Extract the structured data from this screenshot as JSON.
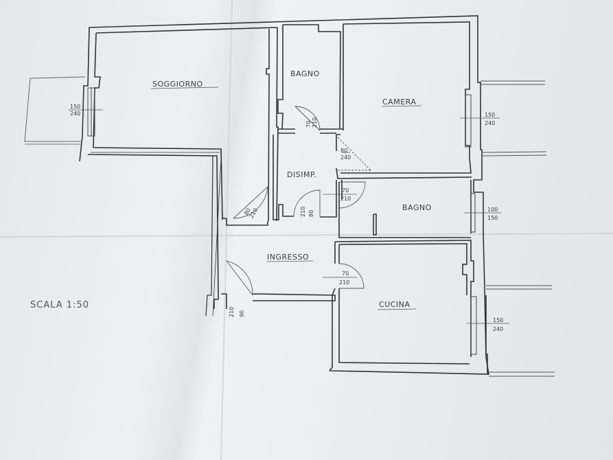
{
  "rooms": {
    "soggiorno": "SOGGIORNO",
    "bagno_top": "BAGNO",
    "camera": "CAMERA",
    "disimp": "DISIMP.",
    "bagno_mid": "BAGNO",
    "ingresso": "INGRESSO",
    "cucina": "CUCINA"
  },
  "openings": {
    "soggiorno_window": {
      "width": "150",
      "height": "240"
    },
    "camera_window": {
      "width": "150",
      "height": "240"
    },
    "bagno_top_door": {
      "width": "70",
      "height": "210"
    },
    "camera_door": {
      "width": "80",
      "height": "240"
    },
    "disimp_door_left": {
      "width": "80",
      "height": "210"
    },
    "disimp_door_bottom": {
      "width": "80",
      "height": "210"
    },
    "bagno_mid_door": {
      "width": "70",
      "height": "210"
    },
    "bagno_mid_window": {
      "width": "100",
      "height": "150"
    },
    "ingresso_door": {
      "width": "70",
      "height": "210"
    },
    "entrance_door": {
      "width": "90",
      "height": "210"
    },
    "cucina_window": {
      "width": "150",
      "height": "240"
    }
  },
  "scale": "SCALA 1:50",
  "colors": {
    "paper": "#ebecee",
    "ink": "#333333",
    "pencil": "#555555"
  }
}
